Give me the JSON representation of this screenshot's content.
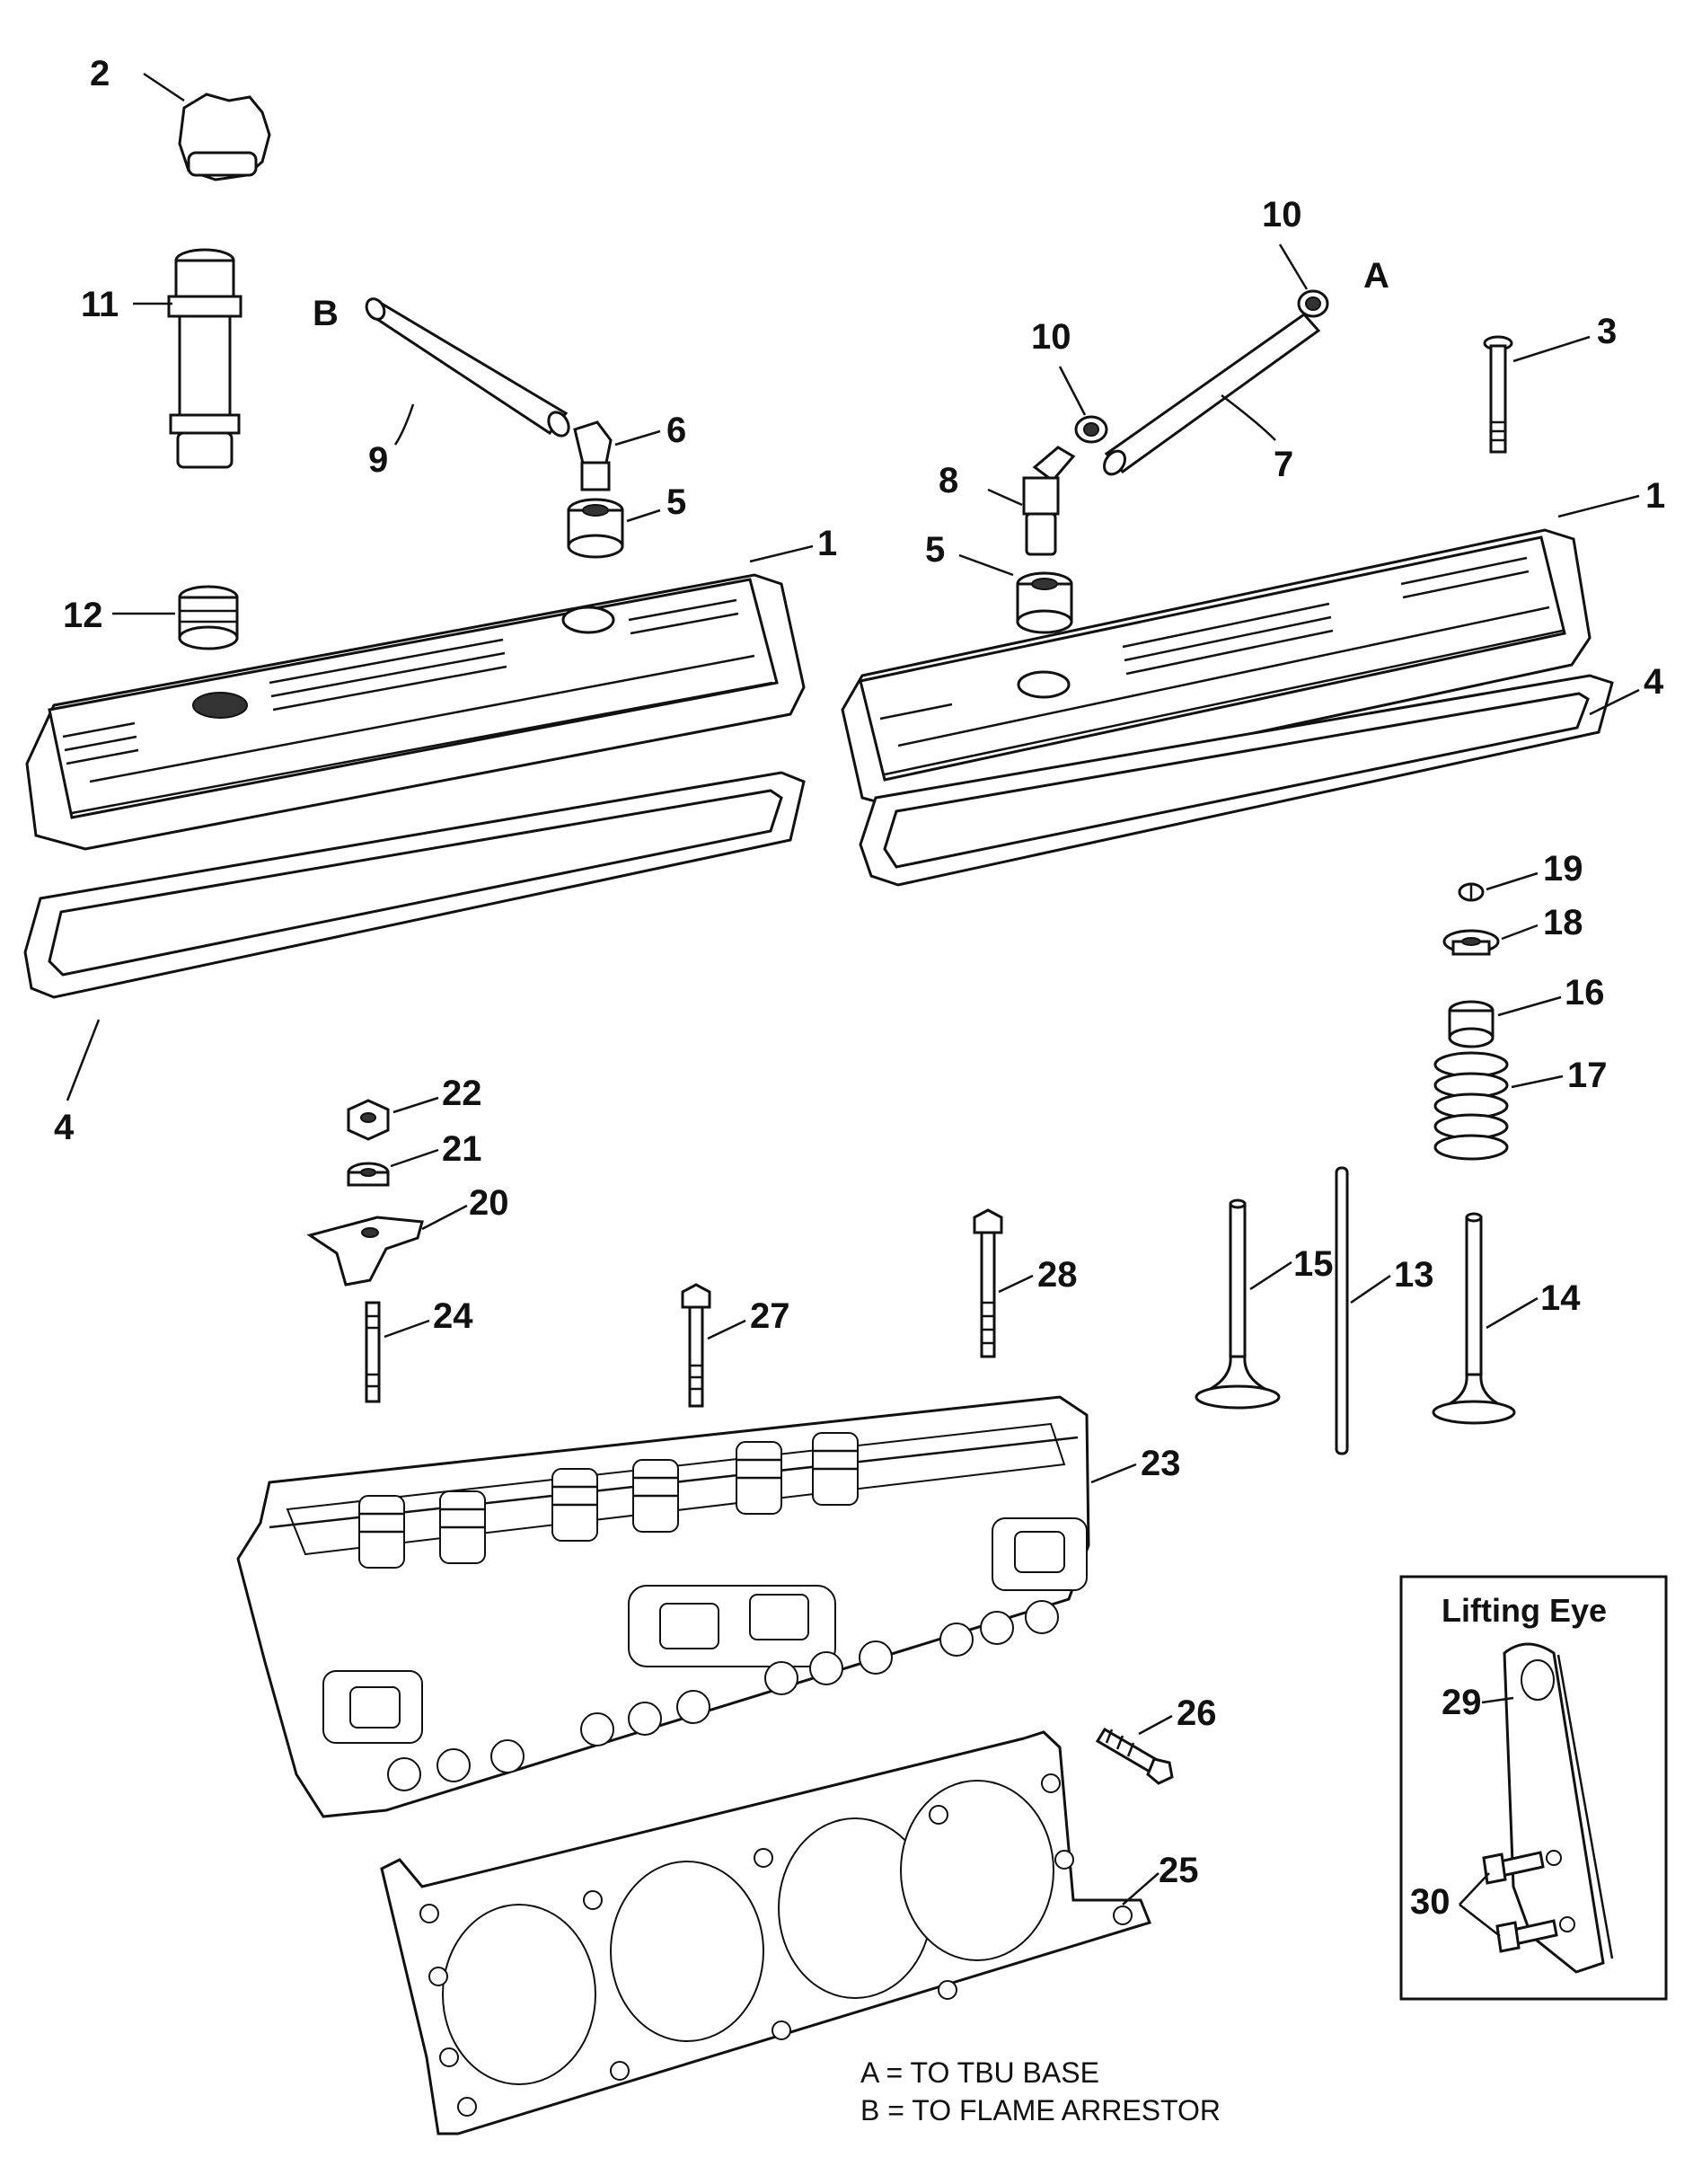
{
  "callouts": {
    "c2": "2",
    "c11": "11",
    "c9": "9",
    "c6": "6",
    "c5a": "5",
    "c12": "12",
    "c1a": "1",
    "c4a": "4",
    "c10a": "10",
    "c10b": "10",
    "c3": "3",
    "c7": "7",
    "c8": "8",
    "c5b": "5",
    "c1b": "1",
    "c4b": "4",
    "c19": "19",
    "c18": "18",
    "c16": "16",
    "c17": "17",
    "c22": "22",
    "c21": "21",
    "c20": "20",
    "c24": "24",
    "c27": "27",
    "c28": "28",
    "c15": "15",
    "c13": "13",
    "c14": "14",
    "c23": "23",
    "c26": "26",
    "c25": "25",
    "c29": "29",
    "c30": "30"
  },
  "letters": {
    "A": "A",
    "B": "B"
  },
  "inset": {
    "title": "Lifting Eye"
  },
  "legend": {
    "a": "A = TO TBU BASE",
    "b": "B = TO FLAME ARRESTOR"
  }
}
